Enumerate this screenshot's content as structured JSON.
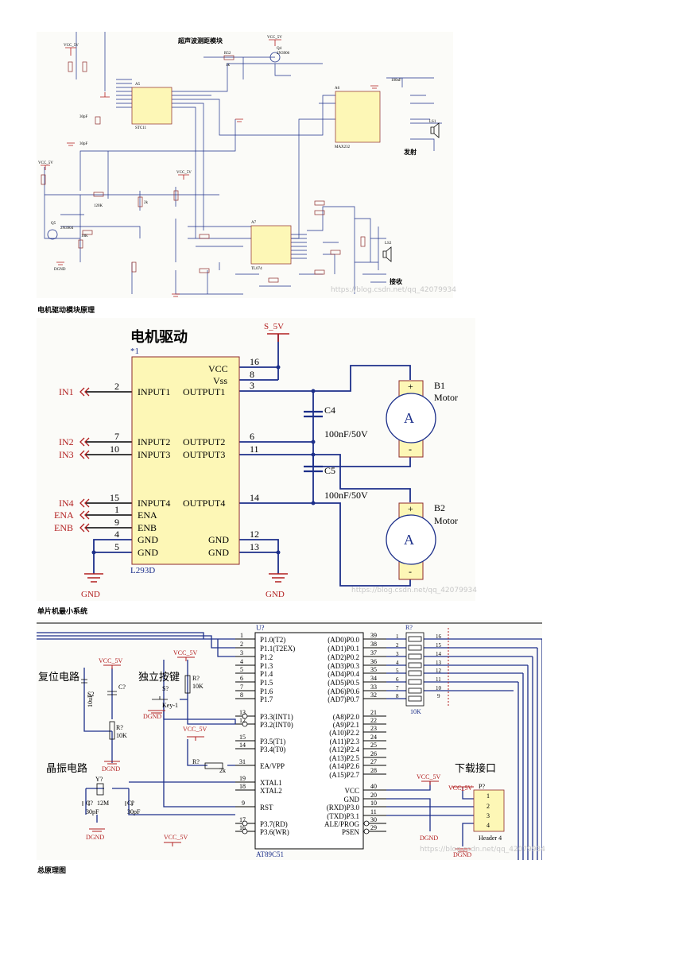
{
  "figure1": {
    "title": "超声波测距模块",
    "label_tx": "发射",
    "label_rx": "接收",
    "parts": {
      "a5": "A5",
      "a5_model": "STC11",
      "a6": "A6",
      "a6_model": "MAX232",
      "a7": "A7",
      "a7_model": "TL074",
      "q4": "Q4",
      "q4_model": "2N3906",
      "q5": "Q5",
      "q5_model": "2N3904",
      "r52": "R52",
      "r52_val": "1k",
      "ls1": "LS1",
      "ls2": "LS2",
      "vcc1": "VCC_5V",
      "vcc2": "VCC_5V",
      "vcc3": "VCC_5V",
      "vcc4": "VCC_5V",
      "dgnd": "DGND",
      "c51": "100nF",
      "c37": "30pF",
      "c40": "30pF",
      "r70": "120K",
      "r75": "10K",
      "r71": "2k"
    },
    "watermark": "https://blog.csdn.net/qq_42079934"
  },
  "caption1": "电机驱动模块原理",
  "figure2": {
    "title": "电机驱动",
    "subtitle": "*1",
    "chip": "L293D",
    "supply": "S_5V",
    "left_pins": [
      {
        "net": "IN1",
        "num": "2",
        "name": "INPUT1"
      },
      {
        "net": "IN2",
        "num": "7",
        "name": "INPUT2"
      },
      {
        "net": "IN3",
        "num": "10",
        "name": "INPUT3"
      },
      {
        "net": "IN4",
        "num": "15",
        "name": "INPUT4"
      },
      {
        "net": "ENA",
        "num": "1",
        "name": "ENA"
      },
      {
        "net": "ENB",
        "num": "9",
        "name": "ENB"
      },
      {
        "net": "",
        "num": "4",
        "name": "GND"
      },
      {
        "net": "",
        "num": "5",
        "name": "GND"
      }
    ],
    "right_pins": [
      {
        "num": "16",
        "name": "VCC"
      },
      {
        "num": "8",
        "name": "Vss"
      },
      {
        "num": "3",
        "name": "OUTPUT1"
      },
      {
        "num": "6",
        "name": "OUTPUT2"
      },
      {
        "num": "11",
        "name": "OUTPUT3"
      },
      {
        "num": "14",
        "name": "OUTPUT4"
      },
      {
        "num": "12",
        "name": "GND"
      },
      {
        "num": "13",
        "name": "GND"
      }
    ],
    "c4": "C4",
    "c5": "C5",
    "cap_val1": "100nF/50V",
    "cap_val2": "100nF/50V",
    "motor1": "B1",
    "motor2": "B2",
    "motor_label": "Motor",
    "motor_sym": "A",
    "plus": "+",
    "minus": "-",
    "gnd1": "GND",
    "gnd2": "GND",
    "watermark": "https://blog.csdn.net/qq_42079934"
  },
  "caption2": "单片机最小系统",
  "figure3": {
    "chip_ref": "U?",
    "chip": "AT89C51",
    "left_pins": [
      {
        "num": "1",
        "name": "P1.0(T2)"
      },
      {
        "num": "2",
        "name": "P1.1(T2EX)"
      },
      {
        "num": "3",
        "name": "P1.2"
      },
      {
        "num": "4",
        "name": "P1.3"
      },
      {
        "num": "5",
        "name": "P1.4"
      },
      {
        "num": "6",
        "name": "P1.5"
      },
      {
        "num": "7",
        "name": "P1.6"
      },
      {
        "num": "8",
        "name": "P1.7"
      },
      {
        "num": "13",
        "name": "P3.3(INT1)"
      },
      {
        "num": "12",
        "name": "P3.2(INT0)"
      },
      {
        "num": "15",
        "name": "P3.5(T1)"
      },
      {
        "num": "14",
        "name": "P3.4(T0)"
      },
      {
        "num": "31",
        "name": "EA/VPP"
      },
      {
        "num": "19",
        "name": "XTAL1"
      },
      {
        "num": "18",
        "name": "XTAL2"
      },
      {
        "num": "9",
        "name": "RST"
      },
      {
        "num": "17",
        "name": "P3.7(RD)"
      },
      {
        "num": "16",
        "name": "P3.6(WR)"
      }
    ],
    "right_pins": [
      {
        "num": "39",
        "name": "(AD0)P0.0"
      },
      {
        "num": "38",
        "name": "(AD1)P0.1"
      },
      {
        "num": "37",
        "name": "(AD2)P0.2"
      },
      {
        "num": "36",
        "name": "(AD3)P0.3"
      },
      {
        "num": "35",
        "name": "(AD4)P0.4"
      },
      {
        "num": "34",
        "name": "(AD5)P0.5"
      },
      {
        "num": "33",
        "name": "(AD6)P0.6"
      },
      {
        "num": "32",
        "name": "(AD7)P0.7"
      },
      {
        "num": "21",
        "name": "(A8)P2.0"
      },
      {
        "num": "22",
        "name": "(A9)P2.1"
      },
      {
        "num": "23",
        "name": "(A10)P2.2"
      },
      {
        "num": "24",
        "name": "(A11)P2.3"
      },
      {
        "num": "25",
        "name": "(A12)P2.4"
      },
      {
        "num": "26",
        "name": "(A13)P2.5"
      },
      {
        "num": "27",
        "name": "(A14)P2.6"
      },
      {
        "num": "28",
        "name": "(A15)P2.7"
      },
      {
        "num": "40",
        "name": "VCC"
      },
      {
        "num": "20",
        "name": "GND"
      },
      {
        "num": "10",
        "name": "(RXD)P3.0"
      },
      {
        "num": "11",
        "name": "(TXD)P3.1"
      },
      {
        "num": "30",
        "name": "ALE/PROG"
      },
      {
        "num": "29",
        "name": "PSEN"
      }
    ],
    "rp_ref": "R?",
    "rp_val": "10K",
    "rp_left": [
      "1",
      "2",
      "3",
      "4",
      "5",
      "6",
      "7",
      "8"
    ],
    "rp_right": [
      "16",
      "15",
      "14",
      "13",
      "12",
      "11",
      "10",
      "9"
    ],
    "reset_title": "复位电路",
    "key_title": "独立按键",
    "osc_title": "晶振电路",
    "dl_title": "下载接口",
    "vcc": "VCC_5V",
    "dgnd": "DGND",
    "c_reset": "C?",
    "c_reset_val": "10uF",
    "s_reset": "S2",
    "r_reset": "R?",
    "r_reset_val": "10K",
    "s_key": "S?",
    "key_name": "Key-1",
    "r_key": "R?",
    "r_key_val": "10K",
    "r_ea": "R?",
    "r_ea_val": "2k",
    "crystal": "Y?",
    "crystal_val": "12M",
    "c1": "C?",
    "c1_val": "30pF",
    "c2": "C?",
    "c2_val": "30pF",
    "header_ref": "P?",
    "header_name": "Header 4",
    "header_pins": [
      "1",
      "2",
      "3",
      "4"
    ],
    "watermark": "https://blog.csdn.net/qq_42079934"
  },
  "caption3": "总原理图"
}
